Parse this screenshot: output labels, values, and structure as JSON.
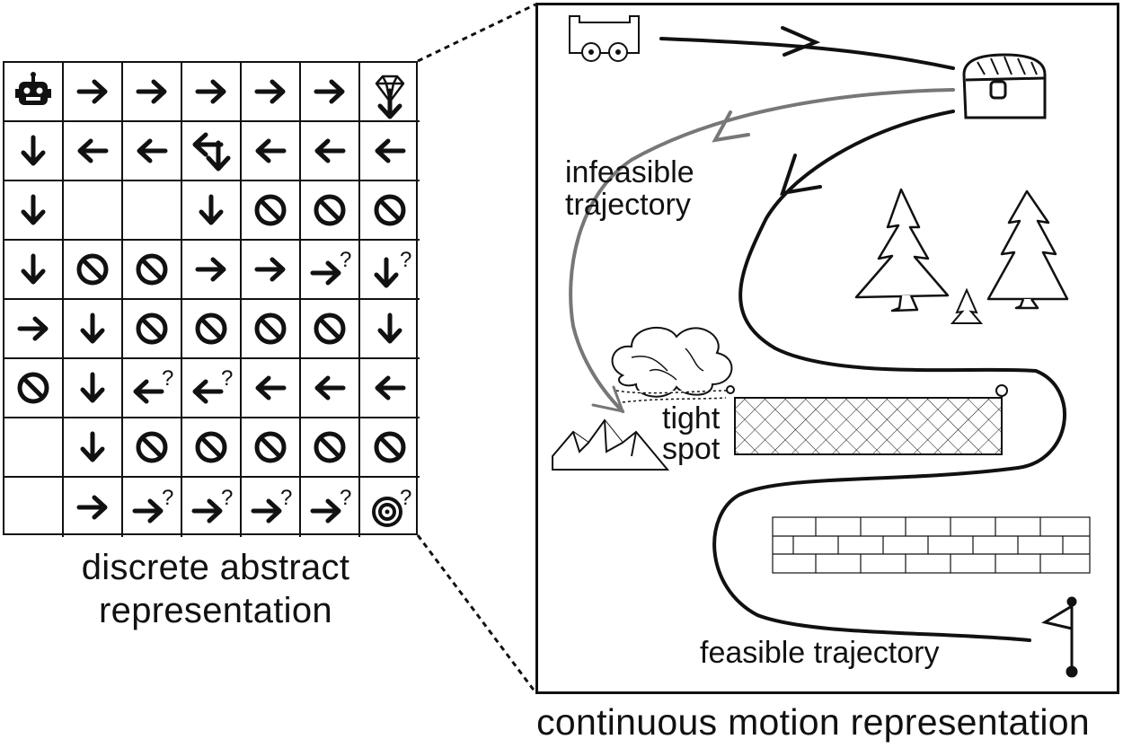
{
  "grid": {
    "rows": [
      [
        "robot",
        "right",
        "right",
        "right",
        "right",
        "right",
        "gem"
      ],
      [
        "down",
        "left",
        "left",
        "left-down",
        "left",
        "left",
        "left"
      ],
      [
        "down",
        "",
        "",
        "down",
        "no",
        "no",
        "no"
      ],
      [
        "down",
        "no",
        "no",
        "right",
        "right",
        "right?",
        "down?"
      ],
      [
        "right",
        "down",
        "no",
        "no",
        "no",
        "no",
        "down"
      ],
      [
        "no",
        "down",
        "left?",
        "left?",
        "left",
        "left",
        "left"
      ],
      [
        "",
        "down",
        "no",
        "no",
        "no",
        "no",
        "no"
      ],
      [
        "",
        "right",
        "right?",
        "right?",
        "right?",
        "right?",
        "goal?"
      ]
    ]
  },
  "captions": {
    "left_line1": "discrete abstract",
    "left_line2": "representation",
    "right": "continuous motion representation"
  },
  "scene": {
    "infeasible_line1": "infeasible",
    "infeasible_line2": "trajectory",
    "tight_line1": "tight",
    "tight_line2": "spot",
    "feasible": "feasible trajectory"
  },
  "colors": {
    "ink": "#111111",
    "infeasible": "#777777"
  }
}
